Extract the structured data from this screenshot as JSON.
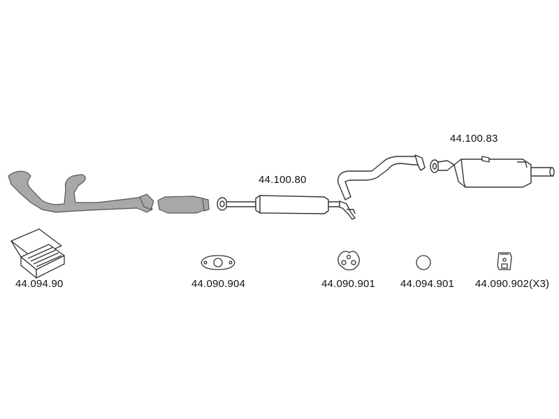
{
  "diagram": {
    "colors": {
      "background": "#ffffff",
      "front_section_fill": "#a8a8a8",
      "outline": "#333333",
      "part_fill": "#ffffff",
      "text": "#111111"
    },
    "parts": [
      {
        "id": "rear-silencer",
        "part_number": "44.100.83"
      },
      {
        "id": "middle-silencer",
        "part_number": "44.100.80"
      },
      {
        "id": "mounting-kit",
        "part_number": "44.094.90"
      },
      {
        "id": "flange-gasket",
        "part_number": "44.090.904"
      },
      {
        "id": "rubber-mount-round",
        "part_number": "44.090.901"
      },
      {
        "id": "rubber-ring",
        "part_number": "44.094.901"
      },
      {
        "id": "rubber-mount-hanger",
        "part_number": "44.090.902(X3)"
      }
    ]
  }
}
